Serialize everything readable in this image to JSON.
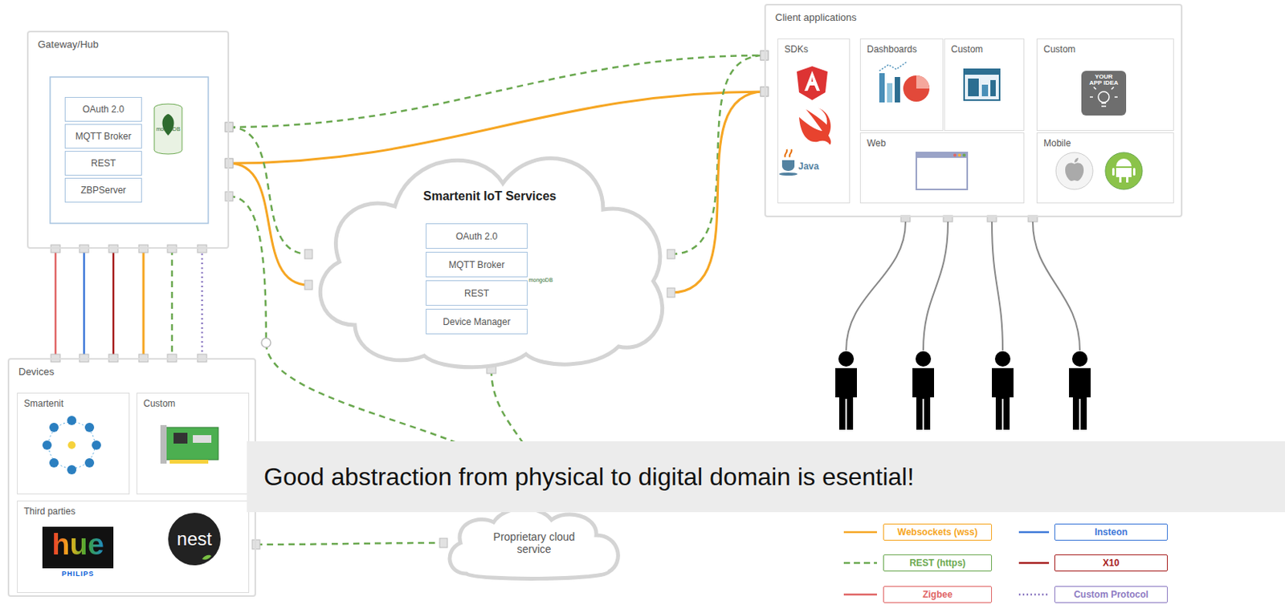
{
  "diagram": {
    "nodes": [
      {
        "text": [
          "Gateway/Hub"
        ]
      },
      {
        "text": [
          "OAuth 2.0"
        ],
        "in": 0
      },
      {
        "text": [
          "MQTT Broker"
        ],
        "in": 0
      },
      {
        "text": [
          "REST"
        ],
        "in": 0
      },
      {
        "text": [
          "ZBPServer"
        ],
        "in": 0
      },
      {
        "text": [
          "Client applications"
        ]
      },
      {
        "text": [
          "SDKs"
        ],
        "in": 5
      },
      {
        "text": [
          "Dashboards"
        ],
        "in": 5
      },
      {
        "text": [
          "Custom"
        ],
        "in": 5
      },
      {
        "text": [
          "Custom"
        ],
        "in": 5
      },
      {
        "text": [
          "Web"
        ],
        "in": 5
      },
      {
        "text": [
          "Mobile"
        ],
        "in": 5
      },
      {
        "text": [
          "Smartenit IoT Services"
        ]
      },
      {
        "text": [
          "OAuth 2.0"
        ],
        "in": 12
      },
      {
        "text": [
          "MQTT Broker"
        ],
        "in": 12
      },
      {
        "text": [
          "REST"
        ],
        "in": 12
      },
      {
        "text": [
          "Device Manager"
        ],
        "in": 12
      },
      {
        "text": [
          "Devices"
        ]
      },
      {
        "text": [
          "Smartenit"
        ],
        "in": 17
      },
      {
        "text": [
          "Custom"
        ],
        "in": 17
      },
      {
        "text": [
          "Third parties"
        ],
        "in": 17
      },
      {
        "text": [
          "Proprietary cloud service"
        ]
      },
      {
        "text": [
          "Good abstraction from physical to digital domain is esential!"
        ]
      }
    ],
    "edges": [
      {
        "from": 0,
        "to": 5,
        "arrow": "none"
      },
      {
        "from": 0,
        "to": 5,
        "arrow": "none"
      },
      {
        "from": 0,
        "to": 12,
        "arrow": "none"
      },
      {
        "from": 0,
        "to": 12,
        "arrow": "none"
      },
      {
        "from": 12,
        "to": 5,
        "arrow": "none"
      },
      {
        "from": 12,
        "to": 5,
        "arrow": "none"
      },
      {
        "from": 0,
        "to": 17,
        "arrow": "none"
      },
      {
        "from": 0,
        "to": 17,
        "arrow": "none"
      },
      {
        "from": 0,
        "to": 17,
        "arrow": "none"
      },
      {
        "from": 0,
        "to": 17,
        "arrow": "none"
      },
      {
        "from": 0,
        "to": 17,
        "arrow": "none"
      },
      {
        "from": 0,
        "to": 17,
        "arrow": "none"
      },
      {
        "from": 0,
        "to": 21,
        "arrow": "none"
      },
      {
        "from": 12,
        "to": 21,
        "arrow": "none"
      },
      {
        "from": 17,
        "to": 21,
        "arrow": "none"
      }
    ],
    "labels": [
      "mongoDB",
      "mongoDB",
      "Java",
      "YOUR APP IDEA",
      "hue",
      "PHILIPS",
      "nest"
    ],
    "legend": [
      {
        "text": "Websockets (wss)"
      },
      {
        "text": "Insteon"
      },
      {
        "text": "REST (https)"
      },
      {
        "text": "X10"
      },
      {
        "text": "Zigbee"
      },
      {
        "text": "Custom Protocol"
      }
    ]
  }
}
